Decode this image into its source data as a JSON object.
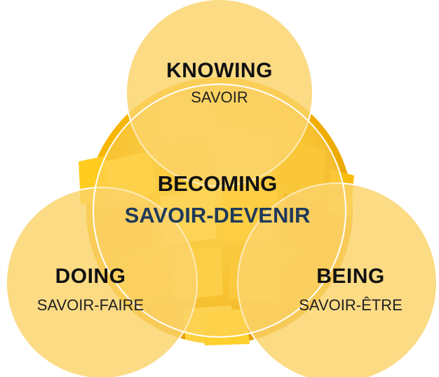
{
  "colors": {
    "circle_fill": "#fbd36a",
    "circle_stroke": "#ffffff",
    "sphere_fill": "#f7b500",
    "sphere_tile": "#ffc21a",
    "center_sub_text": "#1f3a5a"
  },
  "nodes": {
    "knowing": {
      "title": "KNOWING",
      "subtitle": "SAVOIR"
    },
    "becoming": {
      "title": "BECOMING",
      "subtitle": "SAVOIR-DEVENIR"
    },
    "doing": {
      "title": "DOING",
      "subtitle": "SAVOIR-FAIRE"
    },
    "being": {
      "title": "BEING",
      "subtitle": "SAVOIR-ÊTRE"
    }
  }
}
